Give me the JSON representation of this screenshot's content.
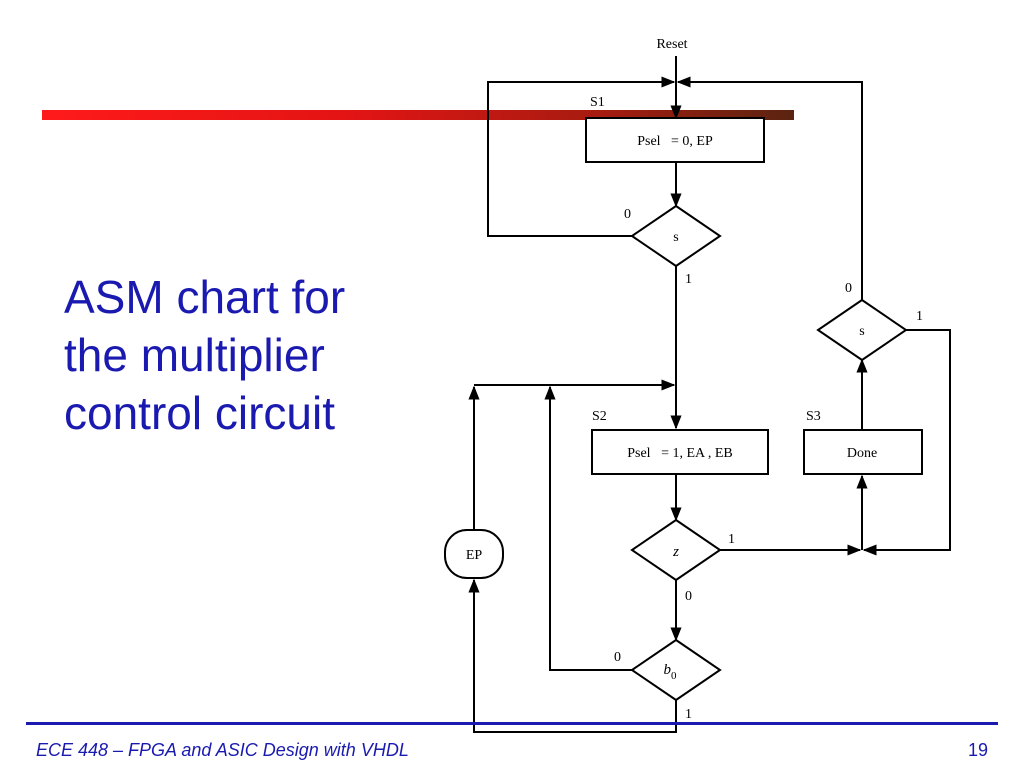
{
  "slide": {
    "title_lines": [
      "ASM chart for",
      "the multiplier",
      "control circuit"
    ],
    "footer": "ECE 448 – FPGA and ASIC Design with VHDL",
    "page_number": "19",
    "accent_colors": {
      "title_blue": "#1a1ab0",
      "top_bar_red": "#ff1a1a"
    }
  },
  "diagram": {
    "reset_label": "Reset",
    "states": [
      {
        "name": "S1",
        "action": "Psel   = 0, EP"
      },
      {
        "name": "S2",
        "action": "Psel   = 1, EA , EB"
      },
      {
        "name": "S3",
        "action": "Done"
      }
    ],
    "decisions": [
      {
        "var": "s",
        "false_label": "0",
        "true_label": "1"
      },
      {
        "var": "z",
        "true_label": "1",
        "false_label": "0"
      },
      {
        "var": "b",
        "subscript": "0",
        "false_label": "0",
        "true_label": "1"
      },
      {
        "var": "s",
        "false_label": "0",
        "true_label": "1"
      }
    ],
    "conditional_output": "EP"
  }
}
